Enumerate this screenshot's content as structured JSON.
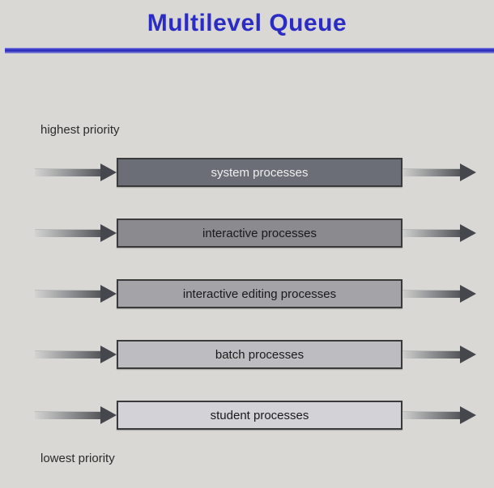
{
  "page": {
    "title": "Multilevel Queue",
    "highest_priority_label": "highest priority",
    "lowest_priority_label": "lowest priority"
  },
  "colors": {
    "background": "#d9d8d4",
    "title_blue": "#2b2bc6",
    "divider_blue": "#3a3ac8",
    "arrow_dark": "#46474c",
    "bar_border": "#3a3a3a"
  },
  "queues": [
    {
      "label": "system processes",
      "fill": "#6b6e77",
      "text": "#efefef"
    },
    {
      "label": "interactive processes",
      "fill": "#8a8a8f",
      "text": "#1a1a1a"
    },
    {
      "label": "interactive editing processes",
      "fill": "#a3a3a8",
      "text": "#1a1a1a"
    },
    {
      "label": "batch processes",
      "fill": "#bdbdc1",
      "text": "#1a1a1a"
    },
    {
      "label": "student processes",
      "fill": "#d3d3d7",
      "text": "#1a1a1a"
    }
  ]
}
